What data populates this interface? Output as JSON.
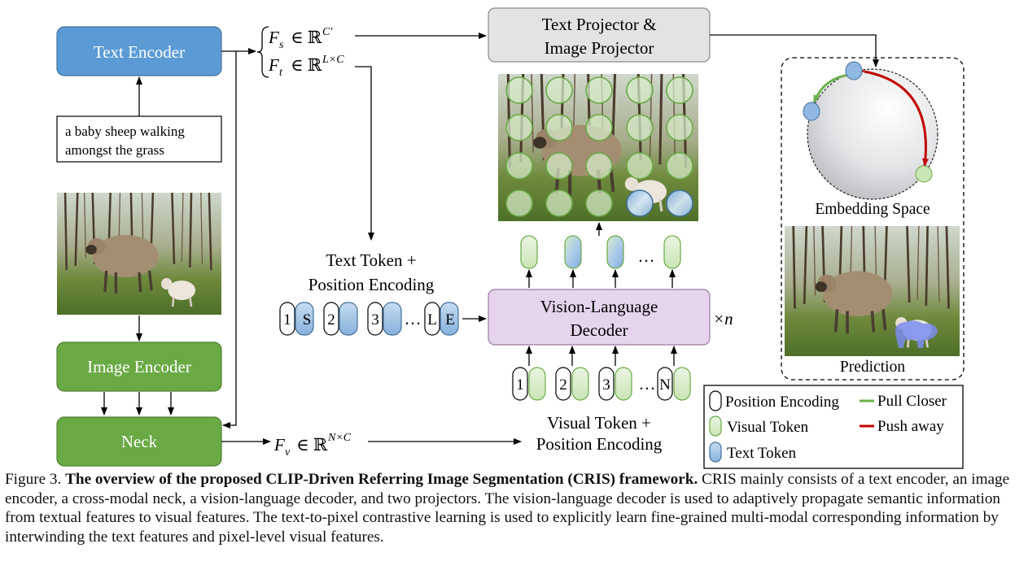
{
  "boxes": {
    "text_encoder": "Text Encoder",
    "image_encoder": "Image Encoder",
    "neck": "Neck",
    "projector_line1": "Text Projector &",
    "projector_line2": "Image Projector",
    "decoder_line1": "Vision-Language",
    "decoder_line2": "Decoder",
    "input_text_line1": "a baby sheep walking",
    "input_text_line2": "amongst the grass"
  },
  "math": {
    "fs_var": "F",
    "fs_sub": "s",
    "fs_in": "∈ ℝ",
    "fs_sup": "C′",
    "ft_var": "F",
    "ft_sub": "t",
    "ft_in": "∈ ℝ",
    "ft_sup": "L×C",
    "fv_var": "F",
    "fv_sub": "v",
    "fv_in": "∈ ℝ",
    "fv_sup": "N×C",
    "times_n": "×n"
  },
  "labels": {
    "text_token_line1": "Text Token +",
    "text_token_line2": "Position Encoding",
    "visual_token_line1": "Visual Token +",
    "visual_token_line2": "Position Encoding",
    "embedding_space": "Embedding Space",
    "prediction": "Prediction"
  },
  "tokens": {
    "text_positions": [
      "1",
      "2",
      "3",
      "L"
    ],
    "text_first": "S",
    "text_last": "E",
    "visual_positions": [
      "1",
      "2",
      "3",
      "N"
    ],
    "ellipsis": "…"
  },
  "legend": {
    "position_encoding": "Position  Encoding",
    "visual_token": "Visual Token",
    "text_token": "Text Token",
    "pull_closer": "Pull Closer",
    "push_away": "Push away"
  },
  "caption": {
    "prefix": "Figure 3.",
    "bold": "The overview of the proposed CLIP-Driven Referring Image Segmentation (CRIS) framework.",
    "body": "CRIS mainly consists of a text encoder, an image encoder, a cross-modal neck, a vision-language decoder, and two projectors. The vision-language decoder is used to adaptively propagate semantic information from textual features to visual features. The text-to-pixel contrastive learning is used to explicitly learn fine-grained multi-modal corresponding information by interwinding the text features and pixel-level visual features."
  },
  "colors": {
    "encoder_blue": "#5b9bd5",
    "encoder_green": "#6aaa45",
    "projector_gray": "#e3e3e3",
    "decoder_purple": "#e6d3ec",
    "visual_token_green": "#d7ecc9",
    "text_token_blue": "#9cc2e5",
    "pull_green": "#6ab04c",
    "push_red": "#c00000"
  }
}
